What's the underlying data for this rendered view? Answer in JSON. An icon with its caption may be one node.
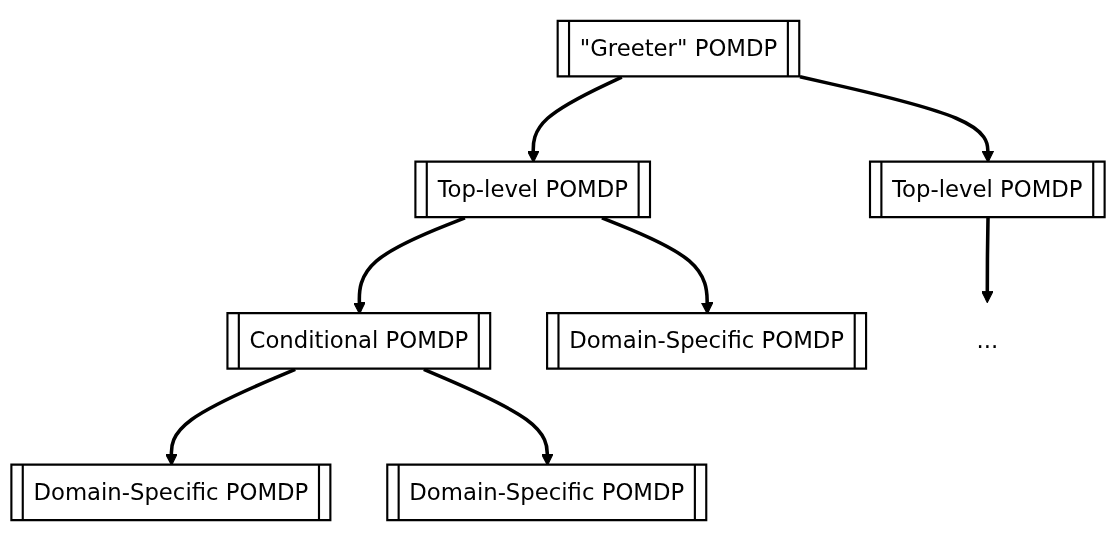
{
  "diagram": {
    "nodes": [
      {
        "text": [
          "\"Greeter\" POMDP"
        ]
      },
      {
        "text": [
          "Top-level POMDP"
        ]
      },
      {
        "text": [
          "Top-level POMDP"
        ]
      },
      {
        "text": [
          "Conditional POMDP"
        ]
      },
      {
        "text": [
          "Domain-Specific POMDP"
        ]
      },
      {
        "text": [
          "..."
        ]
      },
      {
        "text": [
          "Domain-Specific POMDP"
        ]
      },
      {
        "text": [
          "Domain-Specific POMDP"
        ]
      }
    ],
    "edges": [
      {
        "from": 0,
        "to": 1,
        "arrow": "to"
      },
      {
        "from": 0,
        "to": 2,
        "arrow": "to"
      },
      {
        "from": 1,
        "to": 3,
        "arrow": "to"
      },
      {
        "from": 1,
        "to": 4,
        "arrow": "to"
      },
      {
        "from": 2,
        "to": 5,
        "arrow": "to"
      },
      {
        "from": 3,
        "to": 6,
        "arrow": "to"
      },
      {
        "from": 3,
        "to": 7,
        "arrow": "to"
      }
    ]
  }
}
